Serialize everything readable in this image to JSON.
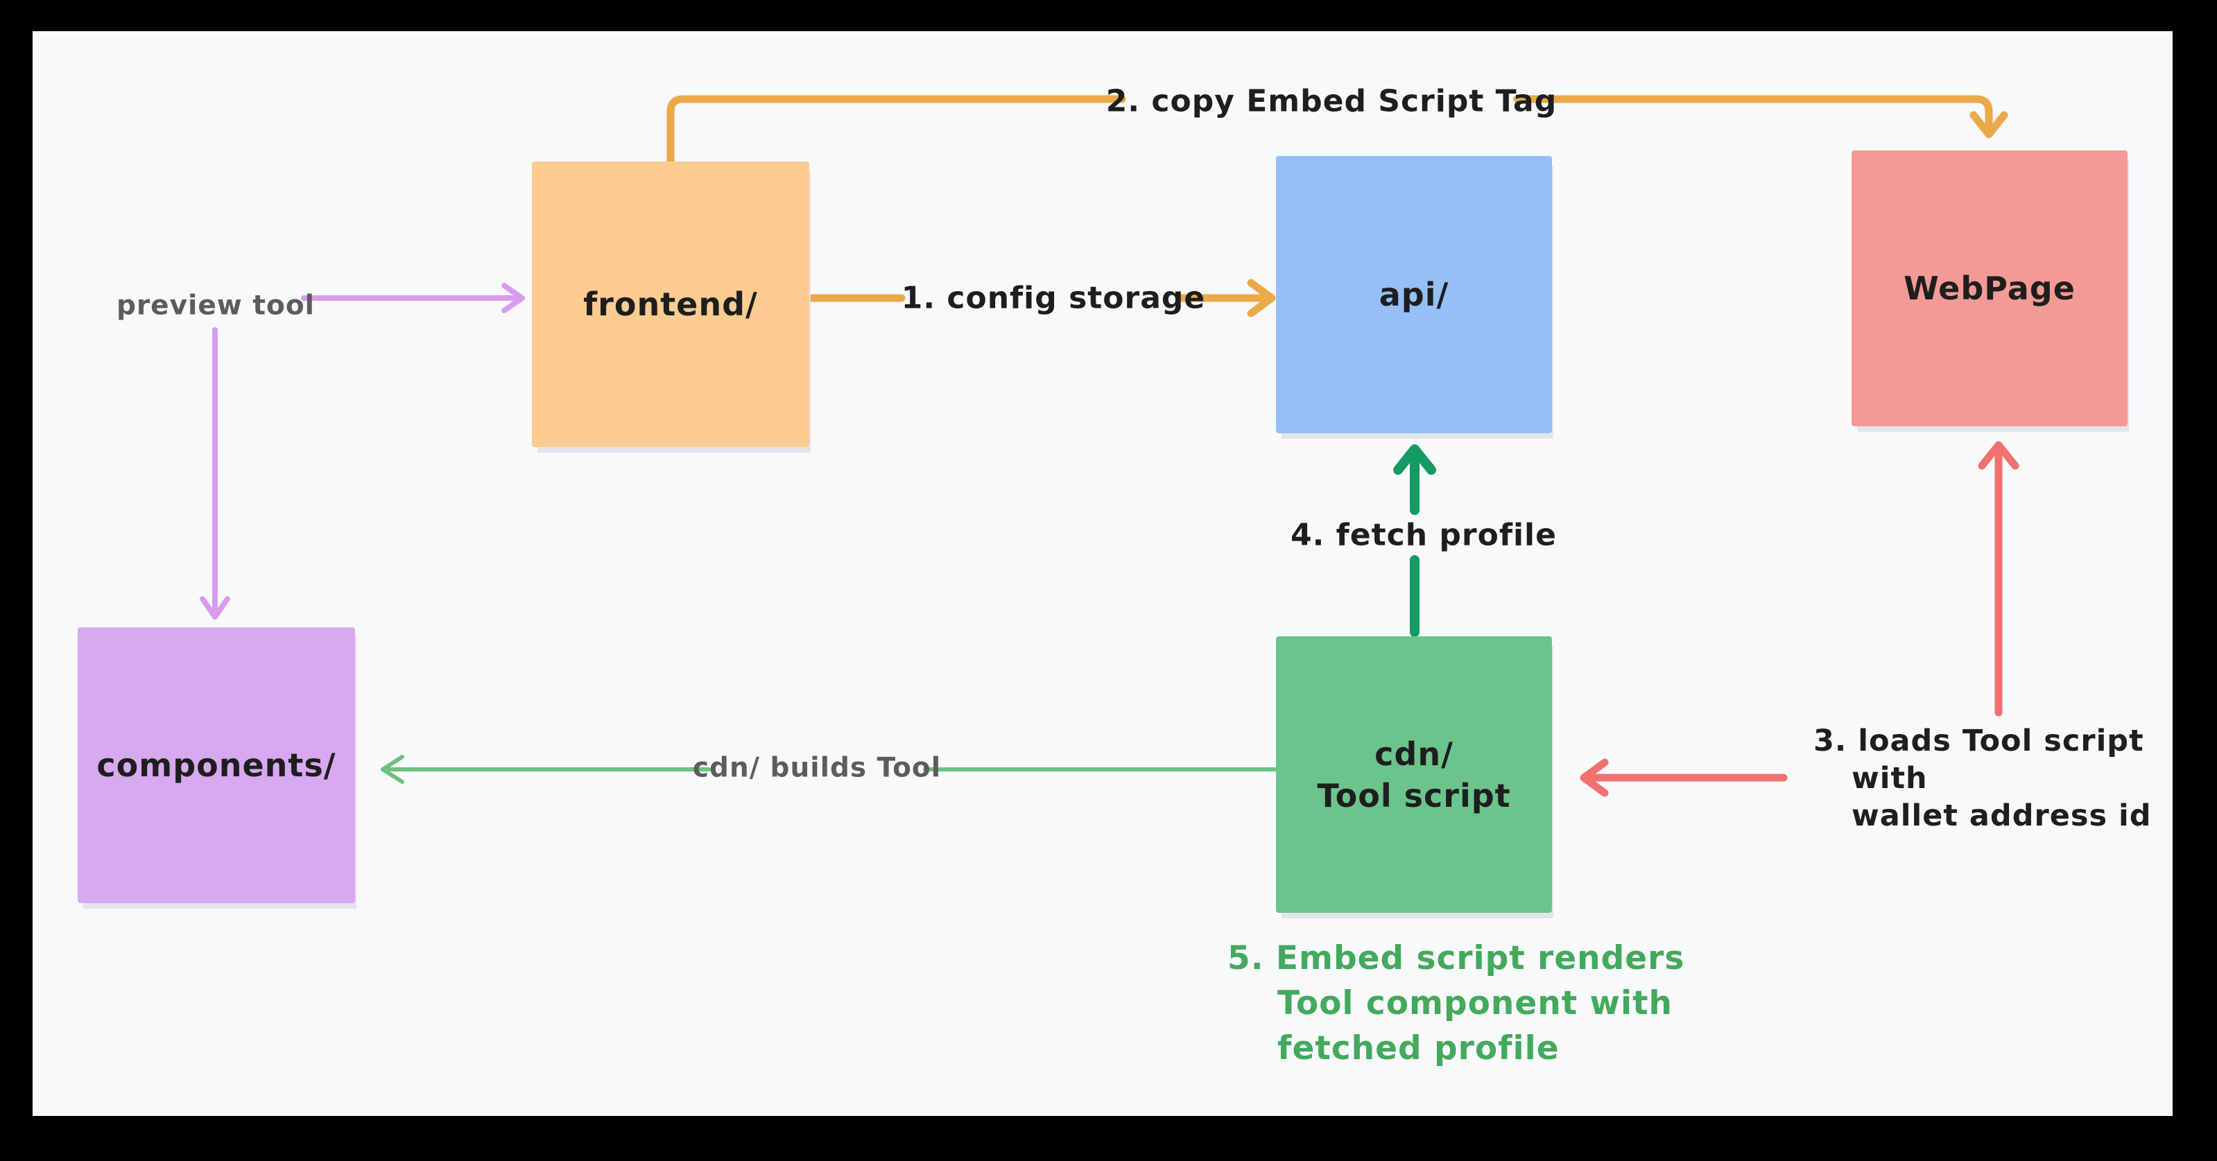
{
  "diagram": {
    "nodes": {
      "frontend": {
        "label": "frontend/",
        "color": "#fbcb90"
      },
      "api": {
        "label": "api/",
        "color": "#94c0f7"
      },
      "webpage": {
        "label": "WebPage",
        "color": "#f49a96"
      },
      "components": {
        "label": "components/",
        "color": "#d8a9f0"
      },
      "cdn": {
        "label_line1": "cdn/",
        "label_line2": "Tool script",
        "color": "#6cc48d"
      }
    },
    "edge_labels": {
      "config_storage": {
        "label": "1. config storage",
        "color": "#eba949"
      },
      "copy_embed": {
        "label": "2. copy Embed Script Tag",
        "color": "#eba949"
      },
      "fetch_profile": {
        "label": "4. fetch profile",
        "color": "#149a62"
      },
      "preview_tool": {
        "label": "preview tool",
        "color": "#d99cec"
      },
      "builds_tool": {
        "label": "cdn/ builds Tool",
        "color": "#6ec17e"
      }
    },
    "notes": {
      "loads_tool": {
        "line1": "3. loads Tool script",
        "line2": "with",
        "line3": "wallet address id",
        "arrow_color": "#f2716e"
      },
      "embed_renders": {
        "line1": "5. Embed script renders",
        "line2": "Tool component with",
        "line3": "fetched profile",
        "text_color": "#43a95c"
      }
    },
    "colors": {
      "canvas": "#f8f9fb",
      "frame": "#000000",
      "text": "#1e1e1e",
      "muted_text": "#5c5c5c",
      "box_shadow": "#e4e5e9"
    }
  }
}
